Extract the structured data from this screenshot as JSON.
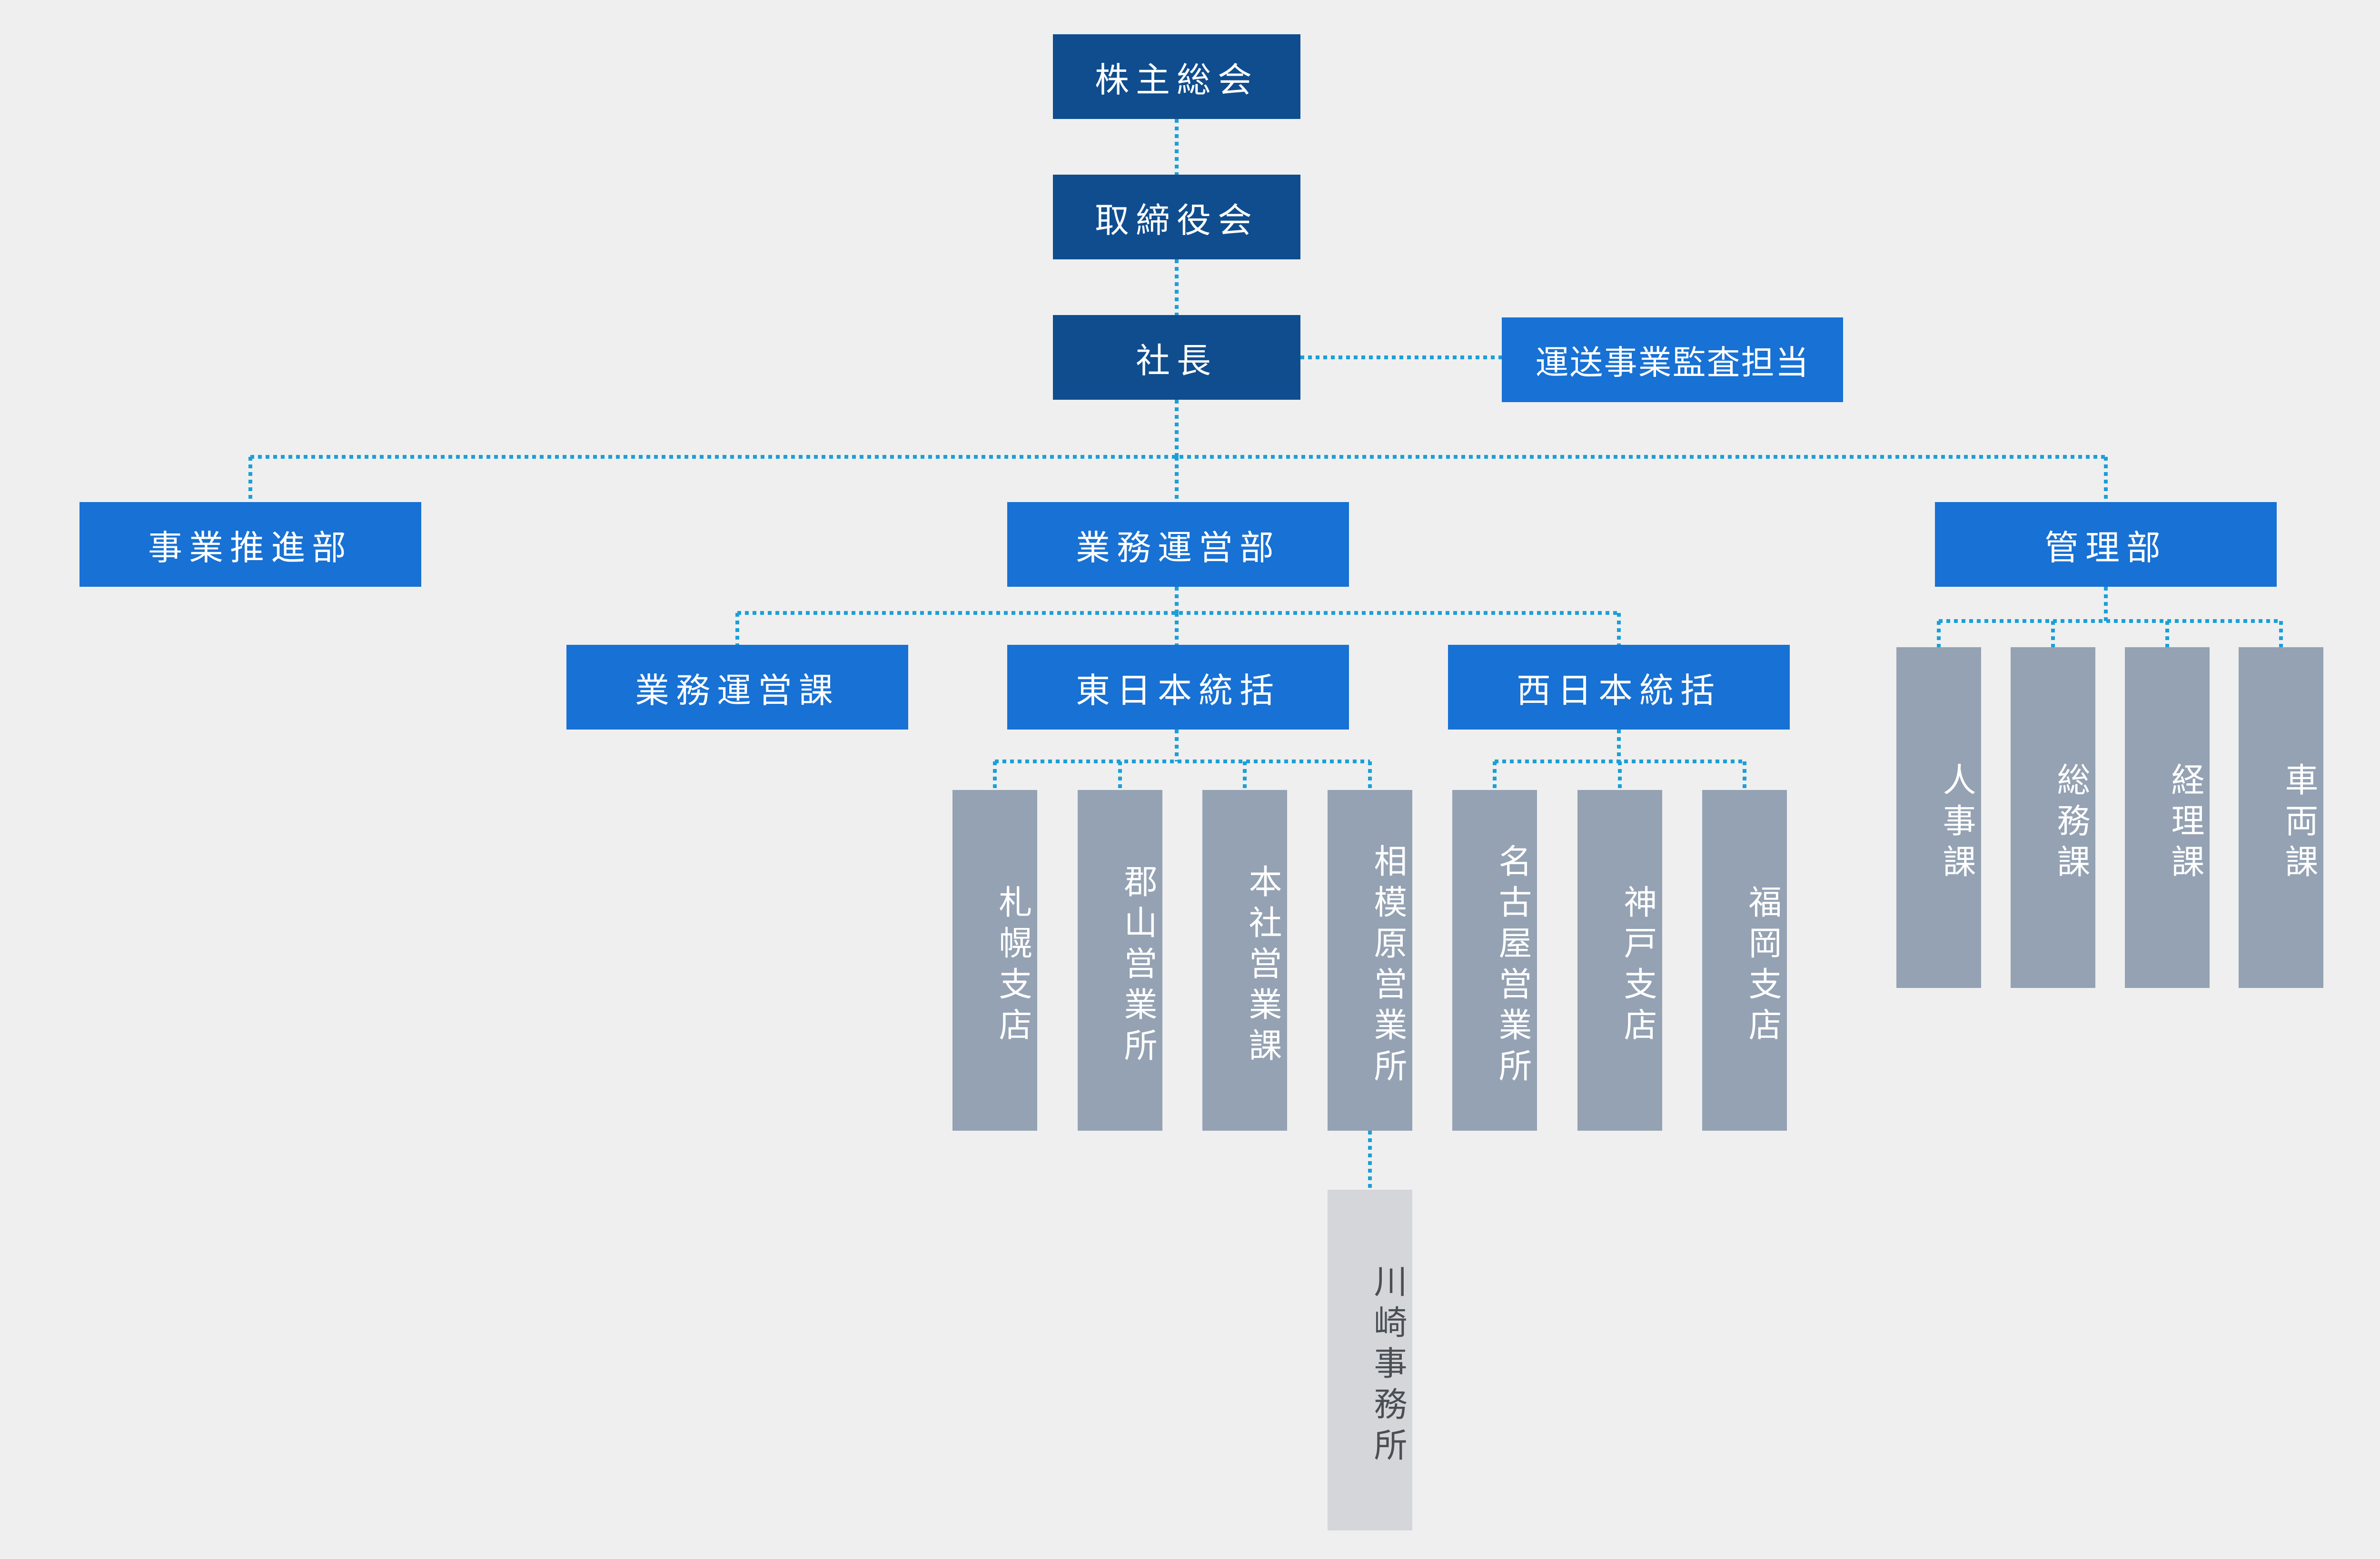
{
  "colors": {
    "top_box": "#0f4d8f",
    "division_box": "#1871d4",
    "unit_box": "#94a2b3",
    "sub_office_box": "#d4d6d9",
    "connector": "#1aa0d8",
    "background": "#efefef"
  },
  "nodes": {
    "shareholders": "株主総会",
    "board": "取締役会",
    "president": "社長",
    "audit": "運送事業監査担当",
    "business_promotion": "事業推進部",
    "operations": "業務運営部",
    "administration": "管理部",
    "operations_section": "業務運営課",
    "east_japan": "東日本統括",
    "west_japan": "西日本統括",
    "sapporo": "札幌支店",
    "koriyama": "郡山営業所",
    "head_office": "本社営業課",
    "sagamihara": "相模原営業所",
    "kawasaki": "川崎事務所",
    "nagoya": "名古屋営業所",
    "kobe": "神戸支店",
    "fukuoka": "福岡支店",
    "hr": "人事課",
    "general_affairs": "総務課",
    "accounting": "経理課",
    "vehicles": "車両課"
  }
}
